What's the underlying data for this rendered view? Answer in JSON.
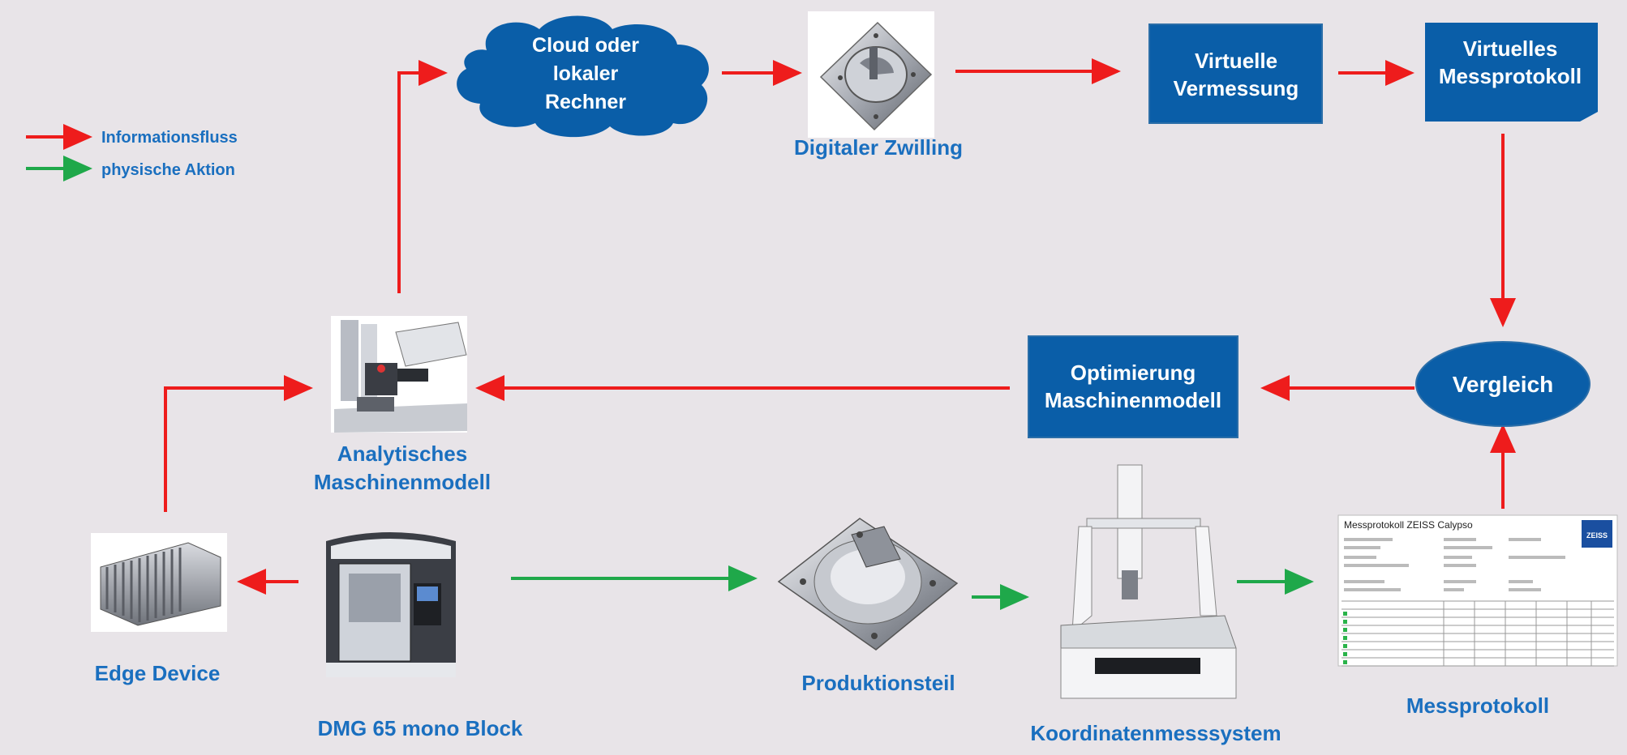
{
  "colors": {
    "background": "#e8e4e8",
    "info_arrow": "#ee1c1c",
    "physical_arrow": "#1fa84a",
    "box_fill": "#0a5ea8",
    "label_blue": "#1a6fbf"
  },
  "legend": {
    "info": "Informationsfluss",
    "physical": "physische Aktion"
  },
  "nodes": {
    "cloud": [
      "Cloud oder",
      "lokaler",
      "Rechner"
    ],
    "digital_twin": "Digitaler Zwilling",
    "virtual_measurement": [
      "Virtuelle",
      "Vermessung"
    ],
    "virtual_protocol": [
      "Virtuelles",
      "Messprotokoll"
    ],
    "comparison": "Vergleich",
    "optimization": [
      "Optimierung",
      "Maschinenmodell"
    ],
    "analytical_model": [
      "Analytisches",
      "Maschinenmodell"
    ],
    "edge_device": "Edge Device",
    "dmg": "DMG 65 mono Block",
    "production_part": "Produktionsteil",
    "cmm": "Koordinatenmesssystem",
    "protocol": "Messprotokoll"
  },
  "protocol_sheet": {
    "title": "Messprotokoll  ZEISS  Calypso",
    "logo": "ZEISS"
  }
}
